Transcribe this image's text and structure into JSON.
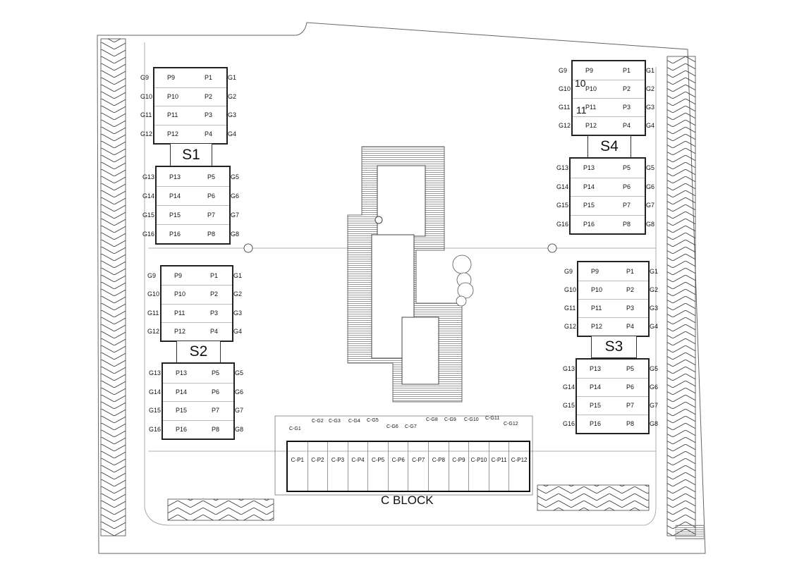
{
  "blocks": {
    "S1": {
      "label": "S1",
      "upper": [
        [
          "G9",
          "P9",
          "P1",
          "G1"
        ],
        [
          "G10",
          "P10",
          "P2",
          "G2"
        ],
        [
          "G11",
          "P11",
          "P3",
          "G3"
        ],
        [
          "G12",
          "P12",
          "P4",
          "G4"
        ]
      ],
      "lower": [
        [
          "G13",
          "P13",
          "P5",
          "G5"
        ],
        [
          "G14",
          "P14",
          "P6",
          "G6"
        ],
        [
          "G15",
          "P15",
          "P7",
          "G7"
        ],
        [
          "G16",
          "P16",
          "P8",
          "G8"
        ]
      ]
    },
    "S2": {
      "label": "S2",
      "upper": [
        [
          "G9",
          "P9",
          "P1",
          "G1"
        ],
        [
          "G10",
          "P10",
          "P2",
          "G2"
        ],
        [
          "G11",
          "P11",
          "P3",
          "G3"
        ],
        [
          "G12",
          "P12",
          "P4",
          "G4"
        ]
      ],
      "lower": [
        [
          "G13",
          "P13",
          "P5",
          "G5"
        ],
        [
          "G14",
          "P14",
          "P6",
          "G6"
        ],
        [
          "G15",
          "P15",
          "P7",
          "G7"
        ],
        [
          "G16",
          "P16",
          "P8",
          "G8"
        ]
      ]
    },
    "S3": {
      "label": "S3",
      "upper": [
        [
          "G9",
          "P9",
          "P1",
          "G1"
        ],
        [
          "G10",
          "P10",
          "P2",
          "G2"
        ],
        [
          "G11",
          "P11",
          "P3",
          "G3"
        ],
        [
          "G12",
          "P12",
          "P4",
          "G4"
        ]
      ],
      "lower": [
        [
          "G13",
          "P13",
          "P5",
          "G5"
        ],
        [
          "G14",
          "P14",
          "P6",
          "G6"
        ],
        [
          "G15",
          "P15",
          "P7",
          "G7"
        ],
        [
          "G16",
          "P16",
          "P8",
          "G8"
        ]
      ]
    },
    "S4": {
      "label": "S4",
      "upper": [
        [
          "G9",
          "P9",
          "P1",
          "G1"
        ],
        [
          "G10",
          "P10",
          "P2",
          "G2"
        ],
        [
          "G11",
          "P11",
          "P3",
          "G3"
        ],
        [
          "G12",
          "P12",
          "P4",
          "G4"
        ]
      ],
      "lower": [
        [
          "G13",
          "P13",
          "P5",
          "G5"
        ],
        [
          "G14",
          "P14",
          "P6",
          "G6"
        ],
        [
          "G15",
          "P15",
          "P7",
          "G7"
        ],
        [
          "G16",
          "P16",
          "P8",
          "G8"
        ]
      ],
      "overlays": [
        "10",
        "11"
      ]
    }
  },
  "c_block": {
    "title": "C BLOCK",
    "units": [
      "C-P1",
      "C-P2",
      "C-P3",
      "C-P4",
      "C-P5",
      "C-P6",
      "C-P7",
      "C-P8",
      "C-P9",
      "C-P10",
      "C-P11",
      "C-P12"
    ],
    "garages": [
      "C-G1",
      "C-G2",
      "C-G3",
      "C-G4",
      "C-G5",
      "C-G6",
      "C-G7",
      "C-G8",
      "C-G9",
      "C-G10",
      "C-G11",
      "C-G12"
    ]
  }
}
